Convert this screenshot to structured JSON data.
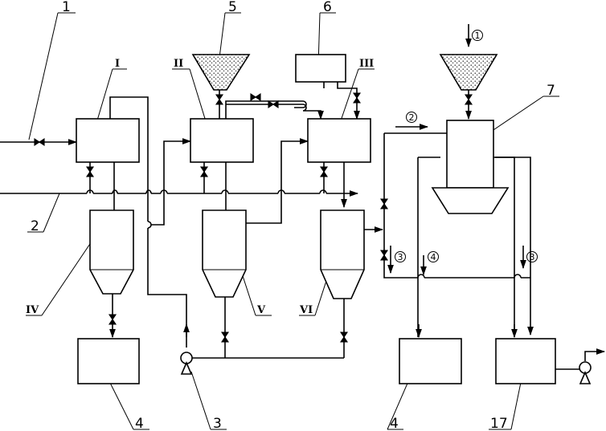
{
  "labels": {
    "n1": "1",
    "n2": "2",
    "n3": "3",
    "n4a": "4",
    "n4b": "4",
    "n5": "5",
    "n6": "6",
    "n7": "7",
    "n17": "17"
  },
  "roman": {
    "r1": "I",
    "r2": "II",
    "r3": "III",
    "r4": "IV",
    "r5": "V",
    "r6": "VI"
  },
  "streams": {
    "s1": "1",
    "s2": "2",
    "s3a": "3",
    "s3b": "3",
    "s4": "4"
  }
}
